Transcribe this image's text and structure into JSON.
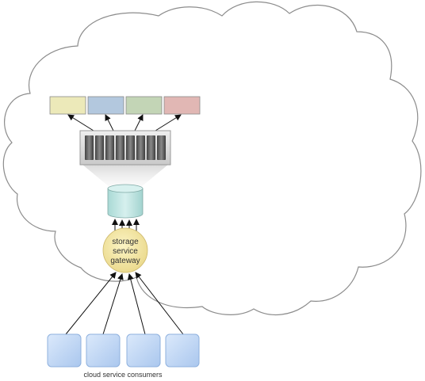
{
  "gateway": {
    "line1": "storage",
    "line2": "service",
    "line3": "gateway"
  },
  "consumers": {
    "label": "cloud service consumers",
    "count": 4
  },
  "storage_slots": 4,
  "device_bays": 8,
  "colors": {
    "cloud_stroke": "#8c8c8c",
    "slot_yellow": "#ece9b9",
    "slot_blue": "#b3c8de",
    "slot_green": "#c3d5b6",
    "slot_red": "#e1b7b4",
    "gateway_fill": "#f0e49b",
    "consumer_fill": "#c9ddf6",
    "db_fill": "#bfe4e1"
  }
}
